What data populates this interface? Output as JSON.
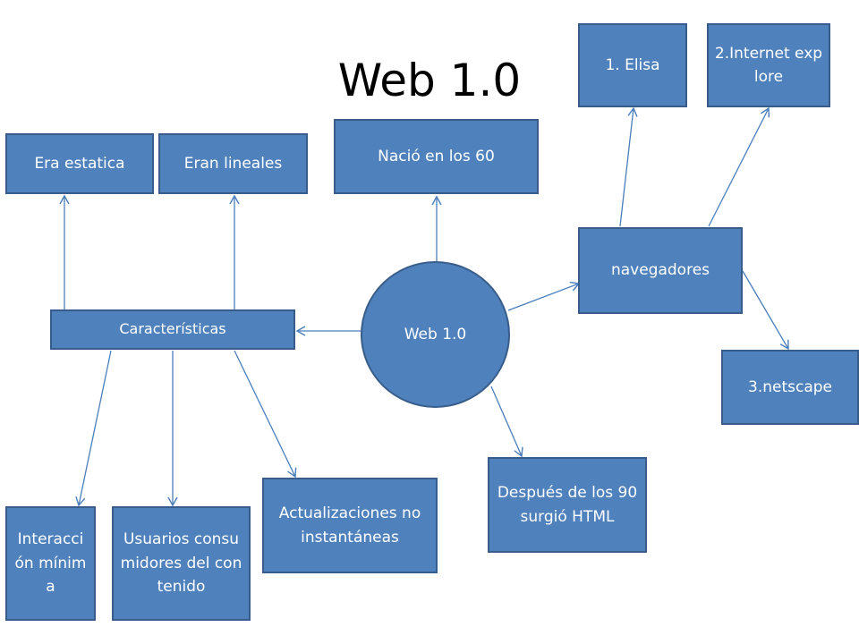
{
  "title": "Web 1.0",
  "center": "Web 1.0",
  "nodes": {
    "caracteristicas": "Características",
    "era_estatica": "Era estatica",
    "eran_lineales": "Eran lineales",
    "nacio": "Nació en los 60",
    "navegadores": "navegadores",
    "elisa": "1. Elisa",
    "internet_explore": "2.Internet explore",
    "netscape": "3.netscape",
    "html": "Después de los 90 surgió HTML",
    "interaccion": "Interacción mínima",
    "usuarios": "Usuarios consumidores del contenido",
    "actualizaciones": "Actualizaciones no instantáneas"
  },
  "colors": {
    "fill": "#4f81bd",
    "border": "#385d8a",
    "connector": "#4a7ebb",
    "text": "#ffffff"
  }
}
